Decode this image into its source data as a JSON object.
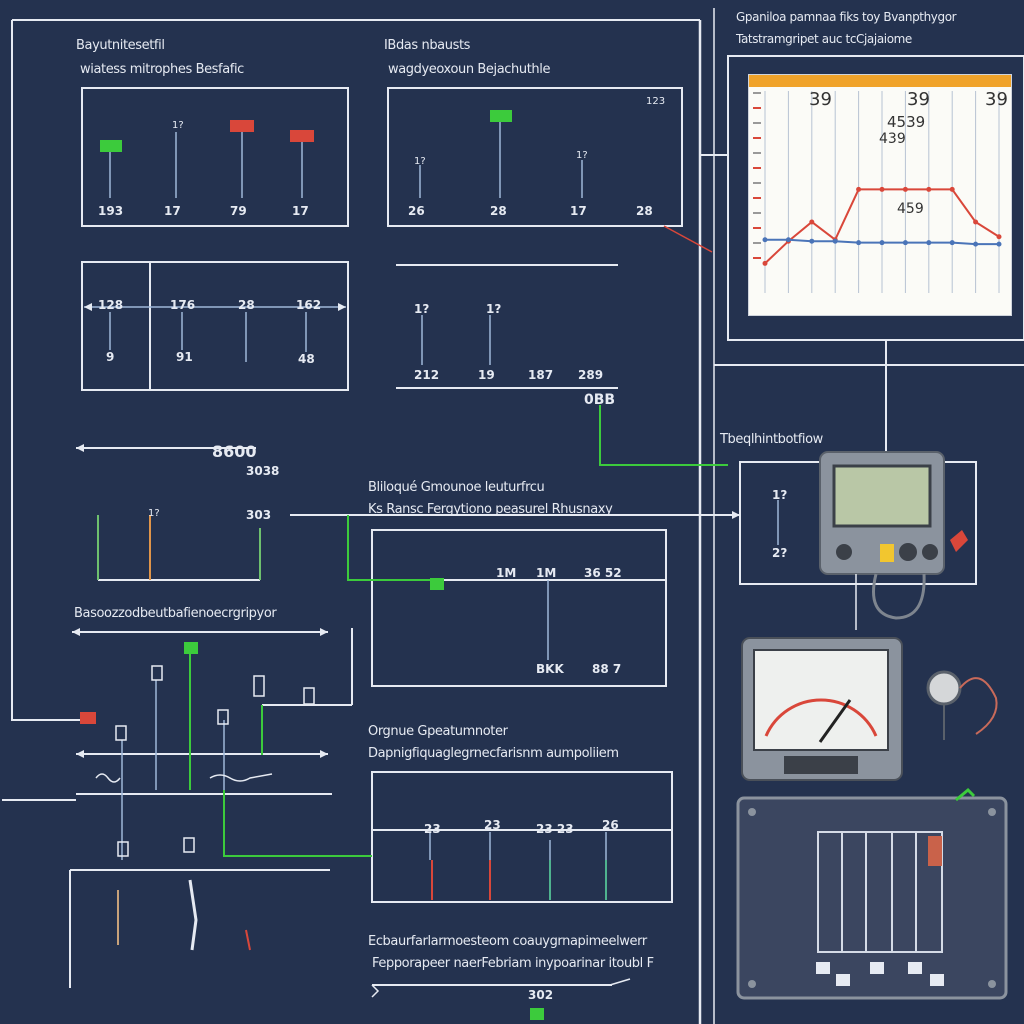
{
  "colors": {
    "background": "#24324f",
    "line": "#e6eaf2",
    "green": "#3ccb3c",
    "red": "#d9473a",
    "orange": "#f0a32a",
    "device": "#8b939e"
  },
  "panels": {
    "p1": {
      "title": "Bayutnitesetfil",
      "subtitle": "wiatess mitrophes Besfafic",
      "labels": [
        "193",
        "17",
        "79",
        "17"
      ],
      "top": [
        "1?"
      ]
    },
    "p2": {
      "title": "IBdas nbausts",
      "subtitle": "wagdyeoxoun Bejachuthle",
      "labels": [
        "26",
        "28",
        "17",
        "28"
      ],
      "top": [
        "1?",
        "1?",
        "123"
      ]
    },
    "p3": {
      "labels": [
        "128",
        "176",
        "28",
        "162"
      ],
      "bottom": [
        "9",
        "91",
        "48"
      ]
    },
    "p4": {
      "labels": [
        "1?",
        "1?"
      ],
      "bottom": [
        "212",
        "19",
        "187",
        "289"
      ],
      "tag": "0BB"
    },
    "p5": {
      "value_a": "8600",
      "value_b": "3038",
      "labels": [
        "1?",
        "303"
      ]
    },
    "p6": {
      "title": "Bliloqué Gmounoe leuturfrcu",
      "subtitle": "Ks Ransc Fergytiono peasurel Rhusnaxy",
      "top": [
        "1M",
        "1M",
        "36 52"
      ],
      "bottom": [
        "BKK",
        "88 7"
      ]
    },
    "p7": {
      "title": "Basoozzodbeutbafienoecrgripyor"
    },
    "p8": {
      "title": "Orgnue Gpeatumnoter",
      "subtitle": "Dapnigfiquaglegrnecfarisnm aumpoliiem",
      "labels": [
        "23",
        "23",
        "23 23",
        "26"
      ]
    },
    "p9": {
      "title": "Ecbaurfarlarmoesteom coauygrnapimeelwerr",
      "subtitle": "Fepporapeer naerFebriam inypoarinar itoubl F",
      "value": "302"
    },
    "devpanel": {
      "title": "Tbeqlhintbotfiow",
      "labels": [
        "1?",
        "2?"
      ]
    },
    "chart": {
      "caption1": "Gpaniloa pamnaa fiks toy Bvanpthygor",
      "caption2": "Tatstramgripet auc tcCjajaiome",
      "top_labels": [
        "39",
        "39",
        "39"
      ],
      "inner_labels": [
        "4539",
        "439",
        "459"
      ]
    }
  },
  "chart_data": {
    "type": "line",
    "title": "",
    "x": [
      1,
      2,
      3,
      4,
      5,
      6,
      7,
      8,
      9,
      10,
      11
    ],
    "series": [
      {
        "values": [
          20,
          35,
          48,
          36,
          70,
          70,
          70,
          70,
          70,
          48,
          38
        ]
      },
      {
        "values": [
          36,
          36,
          35,
          35,
          34,
          34,
          34,
          34,
          34,
          33,
          33
        ]
      }
    ],
    "ylim": [
      0,
      100
    ],
    "grid": true
  }
}
